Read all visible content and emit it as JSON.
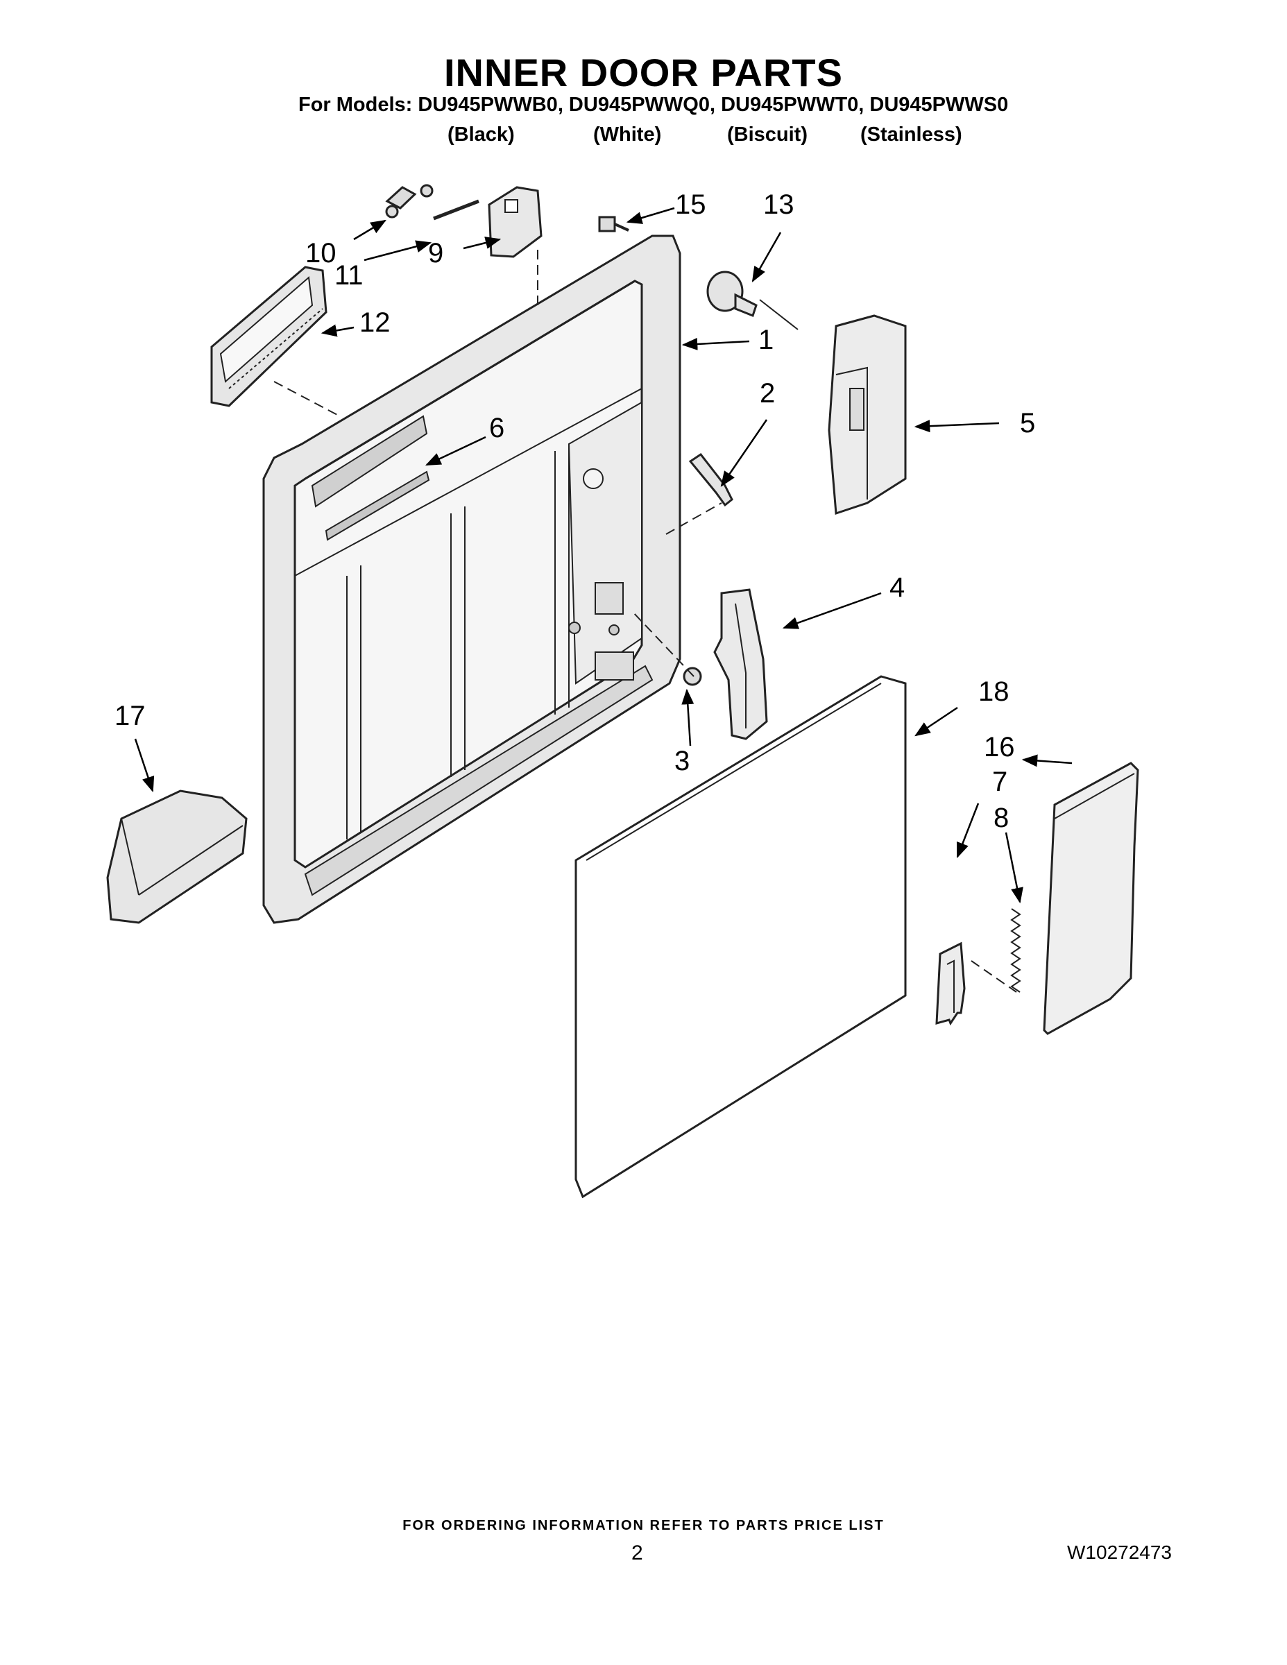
{
  "header": {
    "title": "INNER DOOR PARTS",
    "models_line": "For Models: DU945PWWB0, DU945PWWQ0, DU945PWWT0, DU945PWWS0",
    "variants": [
      "(Black)",
      "(White)",
      "(Biscuit)",
      "(Stainless)"
    ]
  },
  "callouts": [
    "1",
    "2",
    "3",
    "4",
    "5",
    "6",
    "7",
    "8",
    "9",
    "10",
    "11",
    "12",
    "13",
    "15",
    "16",
    "17",
    "18"
  ],
  "footer": {
    "ordering_info": "FOR ORDERING INFORMATION REFER TO PARTS PRICE LIST",
    "page_number": "2",
    "document_number": "W10272473"
  }
}
